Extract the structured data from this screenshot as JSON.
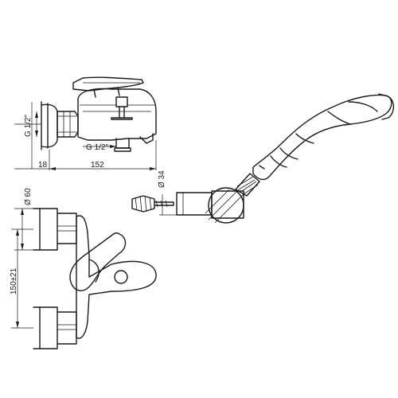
{
  "dimensions": {
    "side_thread_inlet": "G 1/2\"",
    "side_thread_outlet": "G 1/2\"",
    "side_wall_offset": "18",
    "side_length": "152",
    "holder_diameter": "Ø 34",
    "front_diameter": "Ø 60",
    "front_center_distance": "150±21"
  },
  "colors": {
    "line": "#1a1a1a",
    "background": "#ffffff"
  }
}
